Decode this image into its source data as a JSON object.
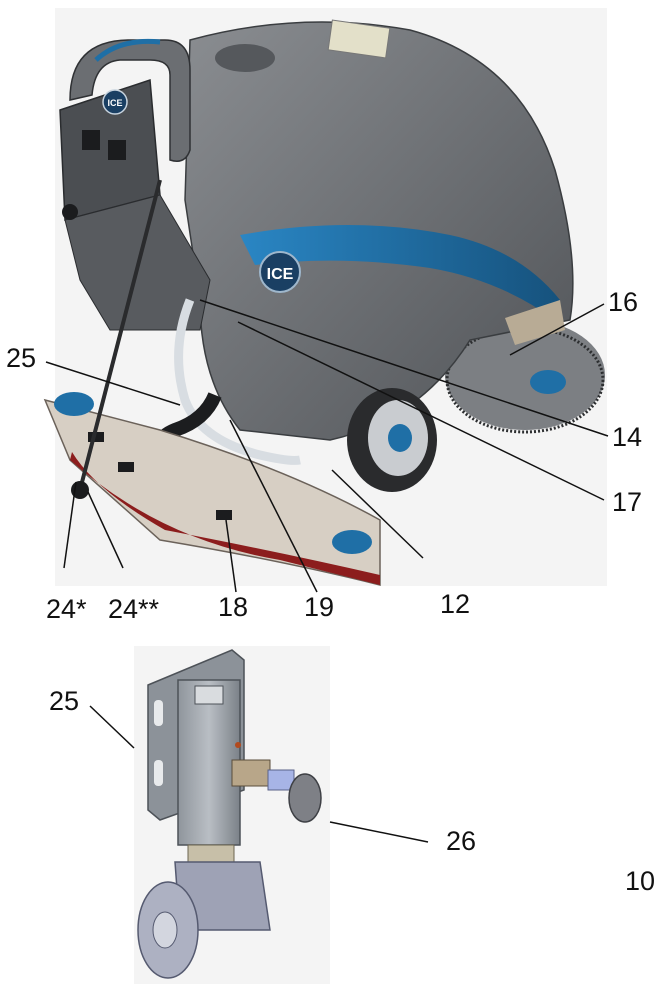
{
  "callouts": {
    "c16": "16",
    "c25_top": "25",
    "c14": "14",
    "c17": "17",
    "c12": "12",
    "c24a": "24*",
    "c24b": "24**",
    "c18": "18",
    "c19": "19",
    "c25_detail": "25",
    "c26": "26",
    "c10": "10"
  },
  "logo_text": "ICE",
  "colors": {
    "body_gray": "#6f7276",
    "body_dark": "#4a4d51",
    "accent_blue": "#1f6fa6",
    "squeegee_red": "#8c1d1d",
    "squeegee_beige": "#d7cfc4",
    "leader": "#111111"
  }
}
